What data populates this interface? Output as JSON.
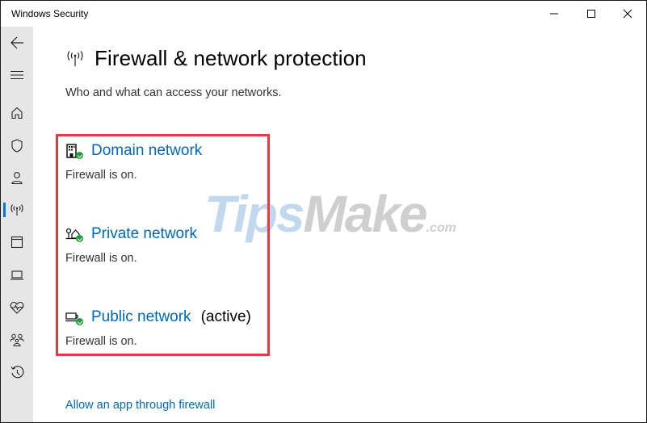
{
  "window": {
    "title": "Windows Security",
    "controls": {
      "minimize": "minimize",
      "maximize": "maximize",
      "close": "close"
    }
  },
  "sidebar": {
    "items": [
      {
        "name": "back",
        "icon": "back-arrow-icon"
      },
      {
        "name": "menu",
        "icon": "hamburger-menu-icon"
      },
      {
        "name": "home",
        "icon": "home-icon"
      },
      {
        "name": "virus-threat-protection",
        "icon": "shield-icon"
      },
      {
        "name": "account-protection",
        "icon": "person-icon"
      },
      {
        "name": "firewall-network-protection",
        "icon": "wireless-antenna-icon",
        "active": true
      },
      {
        "name": "app-browser-control",
        "icon": "app-window-icon"
      },
      {
        "name": "device-security",
        "icon": "laptop-icon"
      },
      {
        "name": "device-performance-health",
        "icon": "heart-pulse-icon"
      },
      {
        "name": "family-options",
        "icon": "family-icon"
      },
      {
        "name": "protection-history",
        "icon": "history-icon"
      }
    ],
    "accent_color": "#0078d7"
  },
  "main": {
    "title": "Firewall & network protection",
    "subtitle": "Who and what can access your networks.",
    "networks": [
      {
        "name": "Domain network",
        "status": "Firewall is on.",
        "icon": "domain-building-icon",
        "active_label": ""
      },
      {
        "name": "Private network",
        "status": "Firewall is on.",
        "icon": "private-home-network-icon",
        "active_label": ""
      },
      {
        "name": "Public network",
        "status": "Firewall is on.",
        "icon": "public-network-icon",
        "active_label": "(active)"
      }
    ],
    "allow_link": "Allow an app through firewall",
    "link_color": "#0067b8",
    "highlight_color": "#e8393f"
  },
  "watermark": {
    "part1": "Tips",
    "part2": "Make",
    "part3": ".com"
  }
}
